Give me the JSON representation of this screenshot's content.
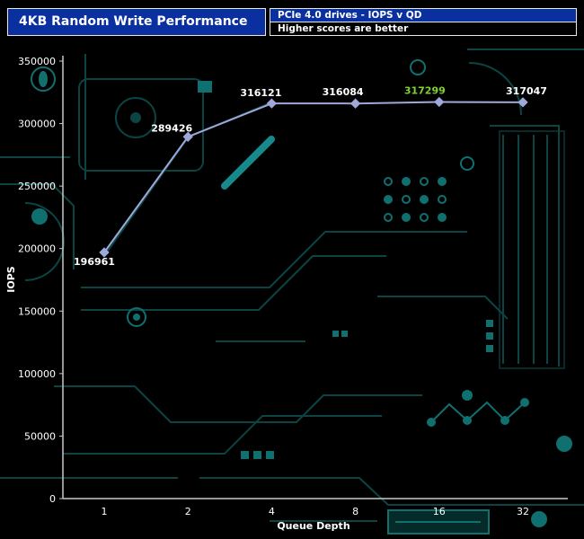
{
  "header": {
    "title": "4KB Random Write Performance",
    "subtitle_top": "PCIe 4.0 drives - IOPS v QD",
    "subtitle_bottom": "Higher scores are better"
  },
  "chart_data": {
    "type": "line",
    "title": "4KB Random Write Performance",
    "x": [
      1,
      2,
      4,
      8,
      16,
      32
    ],
    "categories": [
      "1",
      "2",
      "4",
      "8",
      "16",
      "32"
    ],
    "series": [
      {
        "name": "PCIe 4.0 drive",
        "values": [
          196961,
          289426,
          316121,
          316084,
          317299,
          317047
        ]
      }
    ],
    "point_labels": [
      "196961",
      "289426",
      "316121",
      "316084",
      "317299",
      "317047"
    ],
    "highlight_index": 4,
    "xlabel": "Queue Depth",
    "ylabel": "IOPS",
    "ylim": [
      0,
      350000
    ],
    "ytick_step": 50000,
    "yticks": [
      "0",
      "50000",
      "100000",
      "150000",
      "200000",
      "250000",
      "300000",
      "350000"
    ],
    "x_scale": "log2",
    "grid": false,
    "legend_position": "none",
    "colors": {
      "line": "#9fa8da",
      "point": "#9fa8da",
      "label": "#ffffff",
      "highlight_label": "#7fd32c",
      "axis": "#c8c8c8",
      "tick_text": "#ffffff",
      "background": "#000000",
      "circuit_dim": "#0c4444",
      "circuit_mid": "#107070",
      "circuit_bright": "#17898c",
      "title_bg": "#0a2f9e",
      "title_border": "#e8e8e8"
    }
  }
}
